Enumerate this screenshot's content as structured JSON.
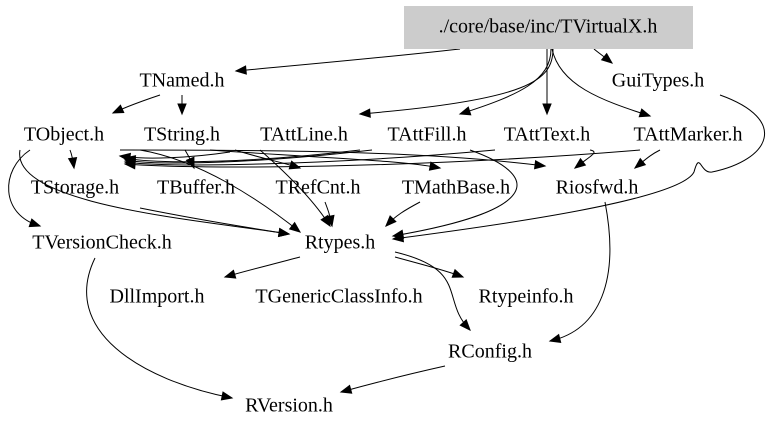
{
  "diagram": {
    "root": "./core/base/inc/TVirtualX.h",
    "colors": {
      "root_fill": "#cccccc",
      "edge": "#000000",
      "text": "#000000",
      "background": "#ffffff"
    },
    "nodes": [
      {
        "id": "tvirtualx",
        "label": "./core/base/inc/TVirtualX.h",
        "highlight": true
      },
      {
        "id": "tnamed",
        "label": "TNamed.h"
      },
      {
        "id": "guitypes",
        "label": "GuiTypes.h"
      },
      {
        "id": "tobject",
        "label": "TObject.h"
      },
      {
        "id": "tstring",
        "label": "TString.h"
      },
      {
        "id": "tattline",
        "label": "TAttLine.h"
      },
      {
        "id": "tattfill",
        "label": "TAttFill.h"
      },
      {
        "id": "tatttext",
        "label": "TAttText.h"
      },
      {
        "id": "tattmarker",
        "label": "TAttMarker.h"
      },
      {
        "id": "tstorage",
        "label": "TStorage.h"
      },
      {
        "id": "tbuffer",
        "label": "TBuffer.h"
      },
      {
        "id": "trefcnt",
        "label": "TRefCnt.h"
      },
      {
        "id": "tmathbase",
        "label": "TMathBase.h"
      },
      {
        "id": "riosfwd",
        "label": "Riosfwd.h"
      },
      {
        "id": "tversioncheck",
        "label": "TVersionCheck.h"
      },
      {
        "id": "rtypes",
        "label": "Rtypes.h"
      },
      {
        "id": "dllimport",
        "label": "DllImport.h"
      },
      {
        "id": "tgenericclassinfo",
        "label": "TGenericClassInfo.h"
      },
      {
        "id": "rtypeinfo",
        "label": "Rtypeinfo.h"
      },
      {
        "id": "rconfig",
        "label": "RConfig.h"
      },
      {
        "id": "rversion",
        "label": "RVersion.h"
      }
    ],
    "edges": [
      {
        "from": "tvirtualx",
        "to": "tnamed"
      },
      {
        "from": "tvirtualx",
        "to": "guitypes"
      },
      {
        "from": "tvirtualx",
        "to": "tattline"
      },
      {
        "from": "tvirtualx",
        "to": "tattfill"
      },
      {
        "from": "tvirtualx",
        "to": "tatttext"
      },
      {
        "from": "tvirtualx",
        "to": "tattmarker"
      },
      {
        "from": "tnamed",
        "to": "tobject"
      },
      {
        "from": "tnamed",
        "to": "tstring"
      },
      {
        "from": "guitypes",
        "to": "rtypes"
      },
      {
        "from": "tobject",
        "to": "tstorage"
      },
      {
        "from": "tobject",
        "to": "tversioncheck"
      },
      {
        "from": "tobject",
        "to": "rtypes"
      },
      {
        "from": "tobject",
        "to": "riosfwd"
      },
      {
        "from": "tstring",
        "to": "tobject"
      },
      {
        "from": "tstring",
        "to": "tbuffer"
      },
      {
        "from": "tstring",
        "to": "trefcnt"
      },
      {
        "from": "tstring",
        "to": "tmathbase"
      },
      {
        "from": "tstring",
        "to": "rtypes"
      },
      {
        "from": "tattline",
        "to": "tobject"
      },
      {
        "from": "tattline",
        "to": "rtypes"
      },
      {
        "from": "tattfill",
        "to": "tobject"
      },
      {
        "from": "tattfill",
        "to": "rtypes"
      },
      {
        "from": "tatttext",
        "to": "tobject"
      },
      {
        "from": "tatttext",
        "to": "rtypes"
      },
      {
        "from": "tattmarker",
        "to": "tobject"
      },
      {
        "from": "tattmarker",
        "to": "rtypes"
      },
      {
        "from": "tstorage",
        "to": "rtypes"
      },
      {
        "from": "trefcnt",
        "to": "rtypes"
      },
      {
        "from": "tmathbase",
        "to": "rtypes"
      },
      {
        "from": "riosfwd",
        "to": "rconfig"
      },
      {
        "from": "tversioncheck",
        "to": "rversion"
      },
      {
        "from": "rtypes",
        "to": "dllimport"
      },
      {
        "from": "rtypes",
        "to": "rtypeinfo"
      },
      {
        "from": "rtypes",
        "to": "rconfig"
      },
      {
        "from": "rconfig",
        "to": "rversion"
      }
    ]
  }
}
